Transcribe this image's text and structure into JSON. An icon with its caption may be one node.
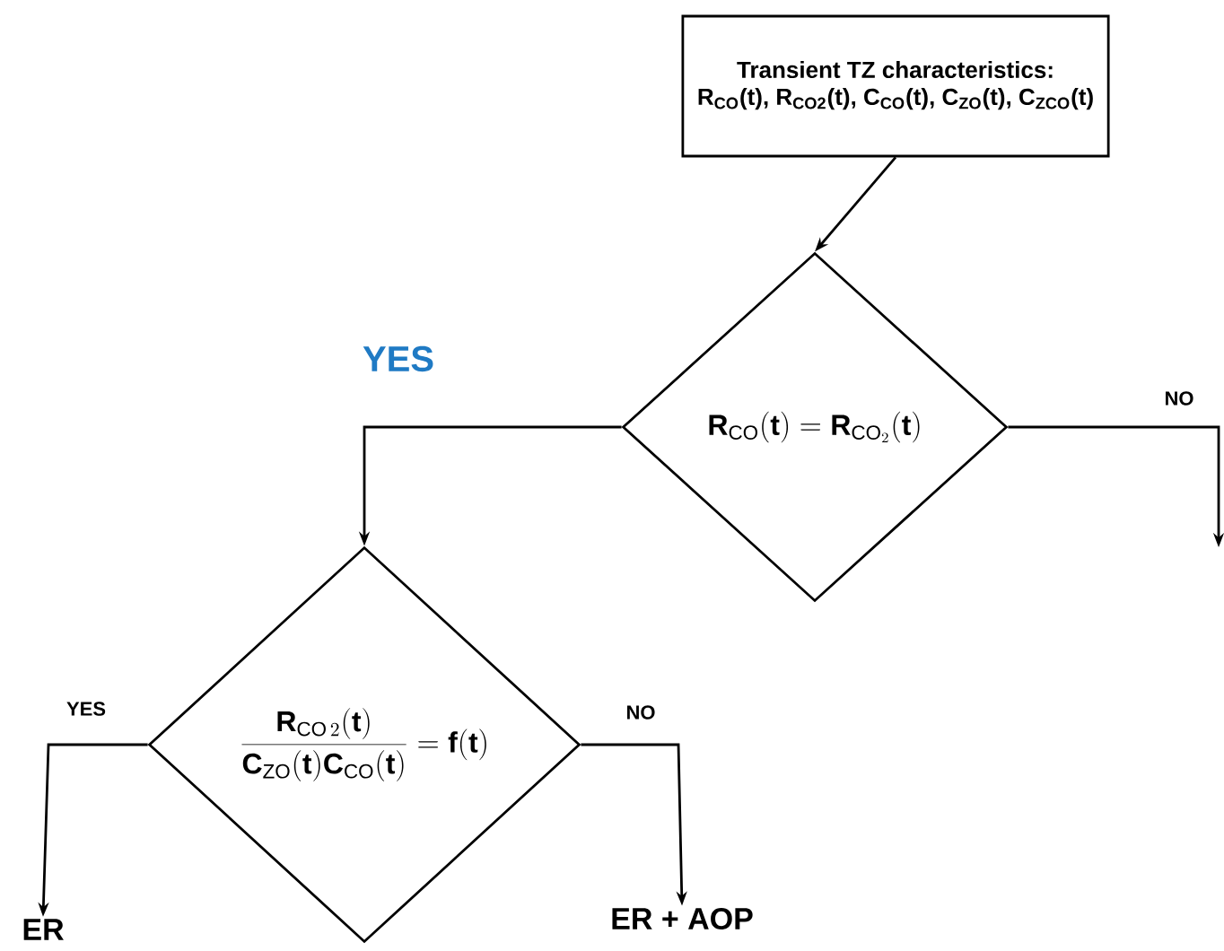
{
  "diagram": {
    "nodes": [
      {
        "text": [
          "Transient TZ characteristics:",
          "R$_{CO}$(t), R$_{CO2}$(t), C$_{CO}$(t), C$_{ZO}$(t), C$_{ZCO}$(t)"
        ]
      },
      {
        "text": [
          "\\mathbf{R}_{\\mathrm{CO}}(\\mathbf{t})=\\mathbf{R}_{\\mathrm{CO}_2}(\\mathbf{t})"
        ]
      },
      {
        "text": [
          "\\frac{\\mathbf{R}_{\\mathrm{CO}\\,2}(\\mathbf{t})}{\\mathbf{C}_{\\mathrm{ZO}}(\\mathbf{t})\\mathbf{C}_{\\mathrm{CO}}(\\mathbf{t})}=\\mathbf{f}(\\mathbf{t})"
        ]
      },
      {
        "text": [
          "ER"
        ]
      },
      {
        "text": [
          "ER + AOP"
        ]
      }
    ],
    "edges": [
      {
        "from": 0,
        "to": 1,
        "arrow": "to"
      },
      {
        "from": 1,
        "to": 2,
        "arrow": "to",
        "label": "YES"
      },
      {
        "from": 1,
        "to": null,
        "arrow": "to",
        "label": "NO"
      },
      {
        "from": 2,
        "to": 3,
        "arrow": "to",
        "label": "YES"
      },
      {
        "from": 2,
        "to": 4,
        "arrow": "to",
        "label": "NO"
      }
    ]
  }
}
